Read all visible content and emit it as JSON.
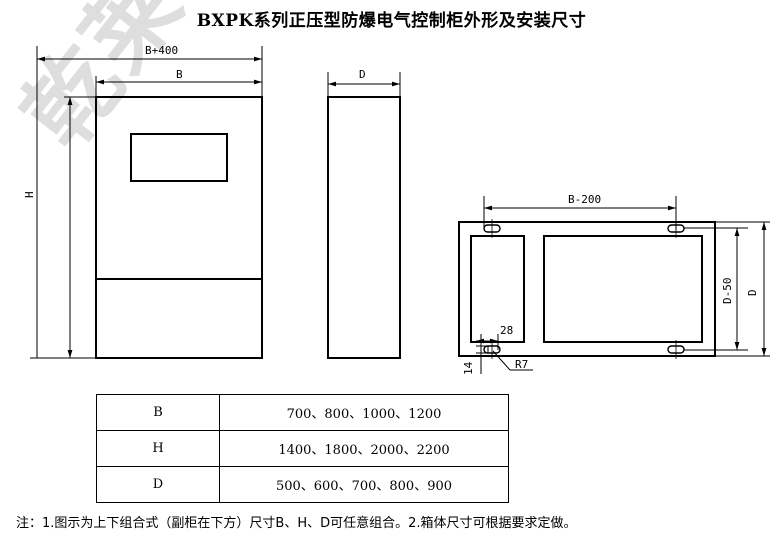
{
  "title": "BXPK系列正压型防爆电气控制柜外形及安装尺寸",
  "watermark": "乾莱电",
  "front_view": {
    "dim_overall_width": "B+400",
    "dim_width": "B",
    "dim_height": "H"
  },
  "side_view": {
    "dim_depth": "D"
  },
  "mount_view": {
    "dim_hole_span": "B-200",
    "dim_hole_depth": "D-50",
    "dim_depth": "D",
    "dim_slot_length": "28",
    "dim_slot_width": "14",
    "dim_radius": "R7"
  },
  "spec_table": {
    "rows": [
      {
        "key": "B",
        "values": "700、800、1000、1200"
      },
      {
        "key": "H",
        "values": "1400、1800、2000、2200"
      },
      {
        "key": "D",
        "values": "500、600、700、800、900"
      }
    ]
  },
  "note": "注：1.图示为上下组合式（副柜在下方）尺寸B、H、D可任意组合。2.箱体尺寸可根据要求定做。"
}
